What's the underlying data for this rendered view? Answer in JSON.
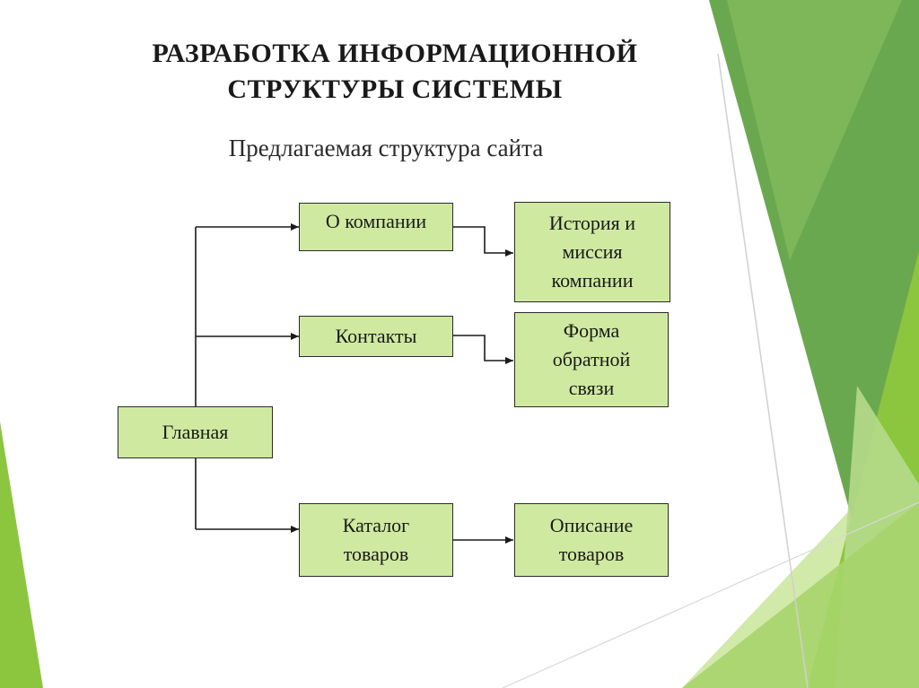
{
  "slide": {
    "title_line1": "РАЗРАБОТКА ИНФОРМАЦИОННОЙ",
    "title_line2": "СТРУКТУРЫ СИСТЕМЫ",
    "subtitle": "Предлагаемая структура сайта"
  },
  "diagram": {
    "root": {
      "label": "Главная"
    },
    "children": [
      {
        "label": "О компании",
        "child": {
          "label": "История и\nмиссия\nкомпании"
        }
      },
      {
        "label": "Контакты",
        "child": {
          "label": "Форма\nобратной\nсвязи"
        }
      },
      {
        "label": "Каталог\nтоваров",
        "child": {
          "label": "Описание\nтоваров"
        }
      }
    ]
  },
  "colors": {
    "node_fill": "#cfeaa0",
    "node_border": "#2a2a2a",
    "accent_green": "#8cc63f",
    "dark_green": "#5e9a3a"
  }
}
